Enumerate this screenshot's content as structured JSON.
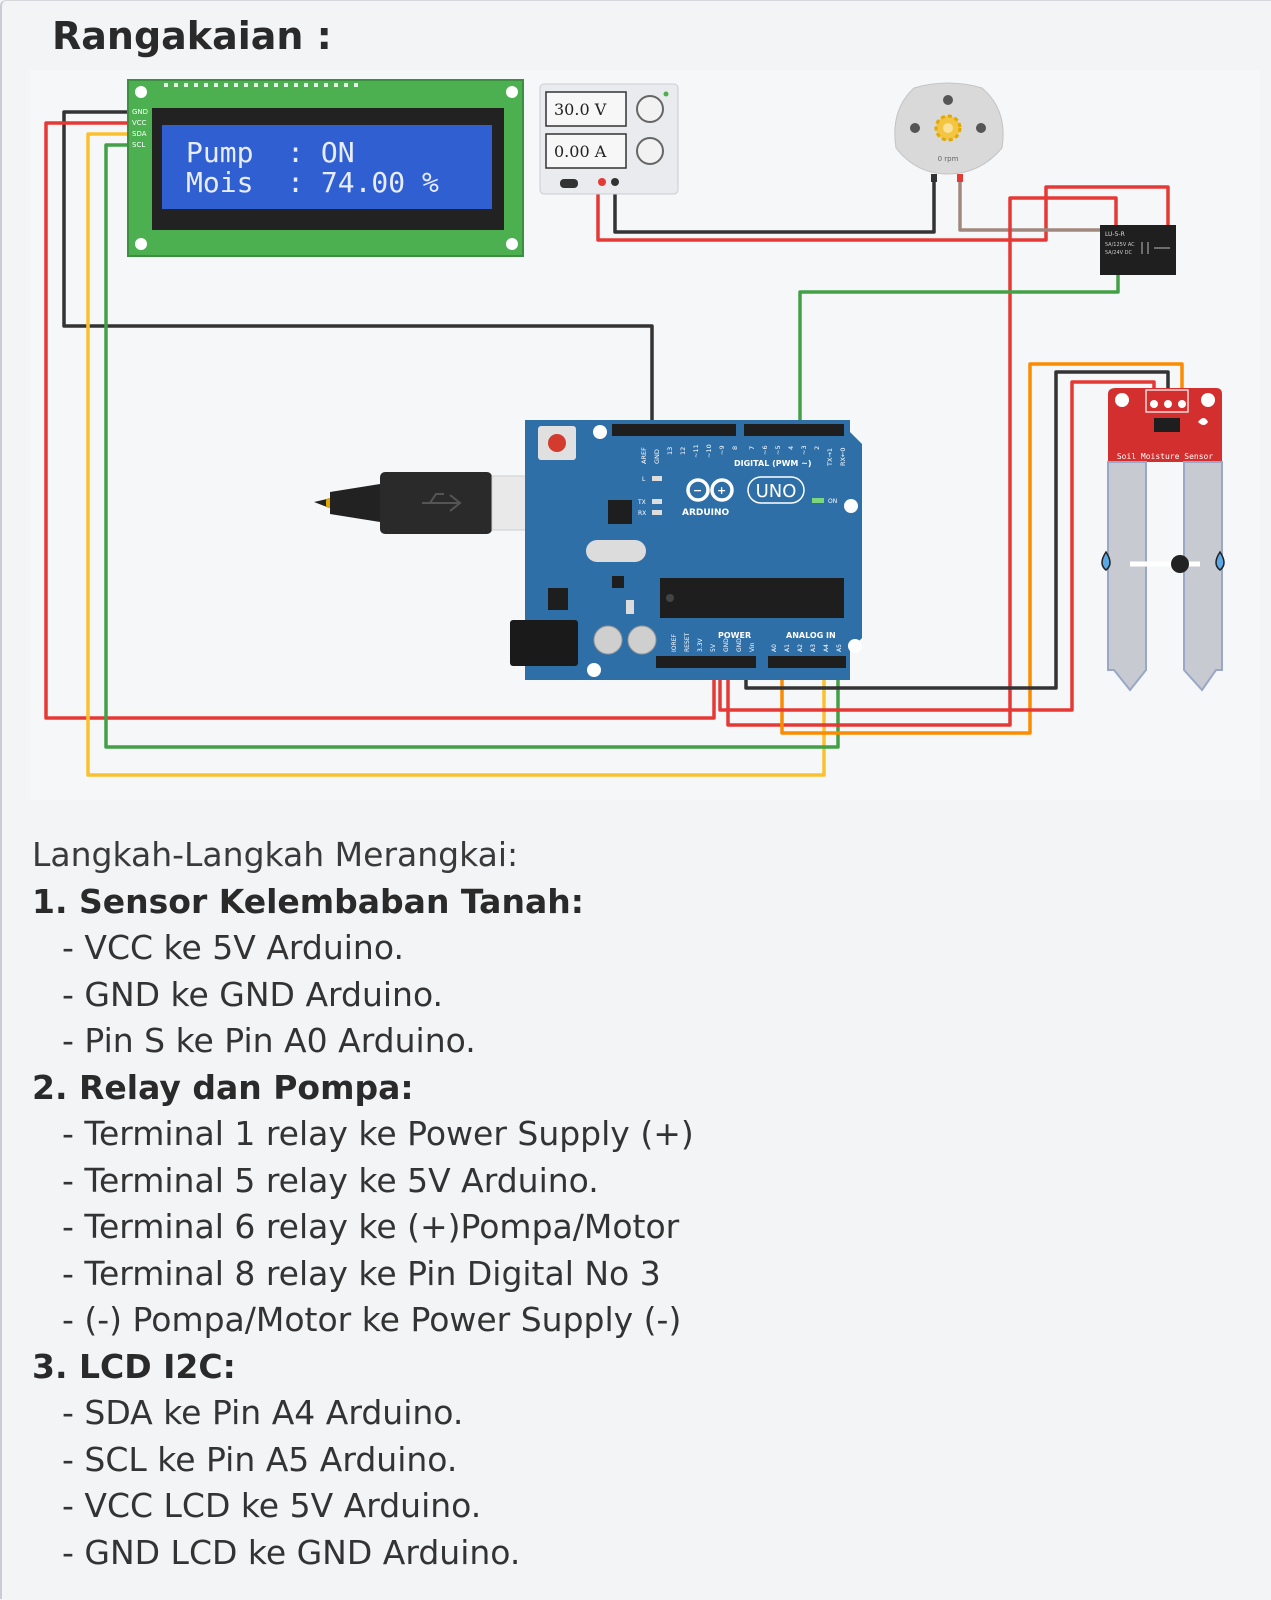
{
  "title": "Rangakaian :",
  "diagram": {
    "lcd": {
      "pins": [
        "GND",
        "VCC",
        "SDA",
        "SCL"
      ],
      "line1": "Pump  : ON",
      "line2": "Mois  : 74.00 %"
    },
    "power_supply": {
      "voltage": "30.0 V",
      "current": "0.00 A"
    },
    "motor": {
      "speed_label": "0 rpm"
    },
    "relay": {
      "model": "LU-5-R",
      "rating1": "5A/125V AC",
      "rating2": "5A/24V DC"
    },
    "arduino": {
      "brand": "ARDUINO",
      "model": "UNO",
      "on_label": "ON",
      "digital_label": "DIGITAL (PWM ~)",
      "power_label": "POWER",
      "analog_label": "ANALOG IN",
      "tx_label": "TX",
      "rx_label": "RX",
      "l_label": "L",
      "digital_pins": [
        "AREF",
        "GND",
        "13",
        "12",
        "~11",
        "~10",
        "~9",
        "8",
        "7",
        "~6",
        "~5",
        "4",
        "~3",
        "2",
        "TX→1",
        "RX←0"
      ],
      "power_pins": [
        "IOREF",
        "RESET",
        "3.3V",
        "5V",
        "GND",
        "GND",
        "Vin"
      ],
      "analog_pins": [
        "A0",
        "A1",
        "A2",
        "A3",
        "A4",
        "A5"
      ]
    },
    "sensor": {
      "label": "Soil Moisture Sensor"
    },
    "colors": {
      "red": "#e53935",
      "black": "#333333",
      "green": "#43a047",
      "yellow": "#fbc02d",
      "orange": "#fb8c00",
      "brown": "#a1887f",
      "lcd_board": "#4caf50",
      "lcd_screen": "#2f5fd0",
      "arduino_board": "#2f6fa8",
      "sensor_board": "#d32f2f"
    }
  },
  "instructions": {
    "intro": "Langkah-Langkah Merangkai:",
    "sections": [
      {
        "heading": "1. Sensor Kelembaban Tanah:",
        "steps": [
          "- VCC ke 5V Arduino.",
          "- GND ke GND Arduino.",
          "- Pin S ke Pin A0 Arduino."
        ]
      },
      {
        "heading": "2. Relay dan Pompa:",
        "steps": [
          "- Terminal 1 relay ke Power Supply (+)",
          "- Terminal 5 relay ke 5V Arduino.",
          "- Terminal 6 relay ke (+)Pompa/Motor",
          "- Terminal 8 relay ke Pin Digital No 3",
          "- (-) Pompa/Motor ke Power Supply (-)"
        ]
      },
      {
        "heading": "3. LCD I2C:",
        "steps": [
          "- SDA ke Pin A4 Arduino.",
          "- SCL ke Pin A5 Arduino.",
          "- VCC LCD ke 5V Arduino.",
          "- GND LCD ke GND Arduino."
        ]
      }
    ]
  }
}
